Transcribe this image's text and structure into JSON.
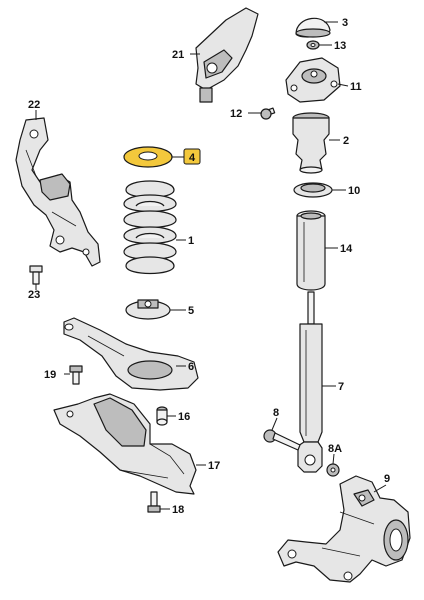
{
  "callouts": {
    "c1": "1",
    "c2": "2",
    "c3": "3",
    "c4": "4",
    "c5": "5",
    "c6": "6",
    "c7": "7",
    "c8": "8",
    "c8a": "8A",
    "c9": "9",
    "c10": "10",
    "c11": "11",
    "c12": "12",
    "c13": "13",
    "c14": "14",
    "c16": "16",
    "c17": "17",
    "c18": "18",
    "c19": "19",
    "c21": "21",
    "c22": "22",
    "c23": "23"
  },
  "colors": {
    "highlight": "#f3c83c",
    "part_fill": "#e6e6e6",
    "outline": "#1a1a1a"
  }
}
